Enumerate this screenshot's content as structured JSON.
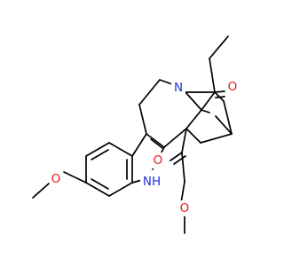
{
  "colors": {
    "bond": "#000000",
    "oxygen": "#e8181f",
    "nitrogen": "#2130e0",
    "background": "#ffffff"
  },
  "atoms": {
    "n_amine": "N",
    "o_ketone": "O",
    "o_ester_carbonyl": "O",
    "nh_indole": "NH",
    "o_methoxy_aryl": "O",
    "o_ester_methoxy": "O"
  }
}
